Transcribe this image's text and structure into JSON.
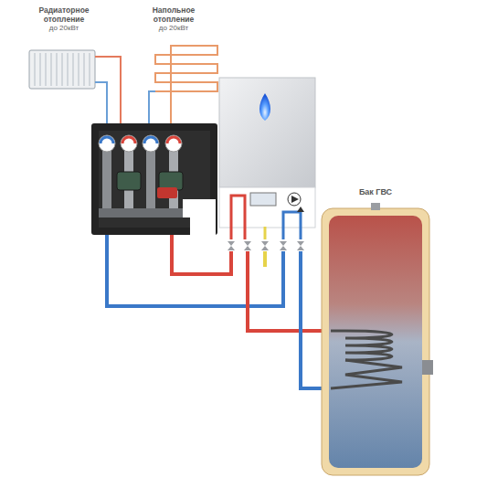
{
  "diagram": {
    "nodes": [
      {
        "text": [
          "Радиаторное отопление",
          "до 20кВт"
        ]
      },
      {
        "text": [
          "Напольное отопление",
          "до 20кВт"
        ]
      },
      {
        "text": [
          "Бак ГВС"
        ]
      }
    ]
  }
}
